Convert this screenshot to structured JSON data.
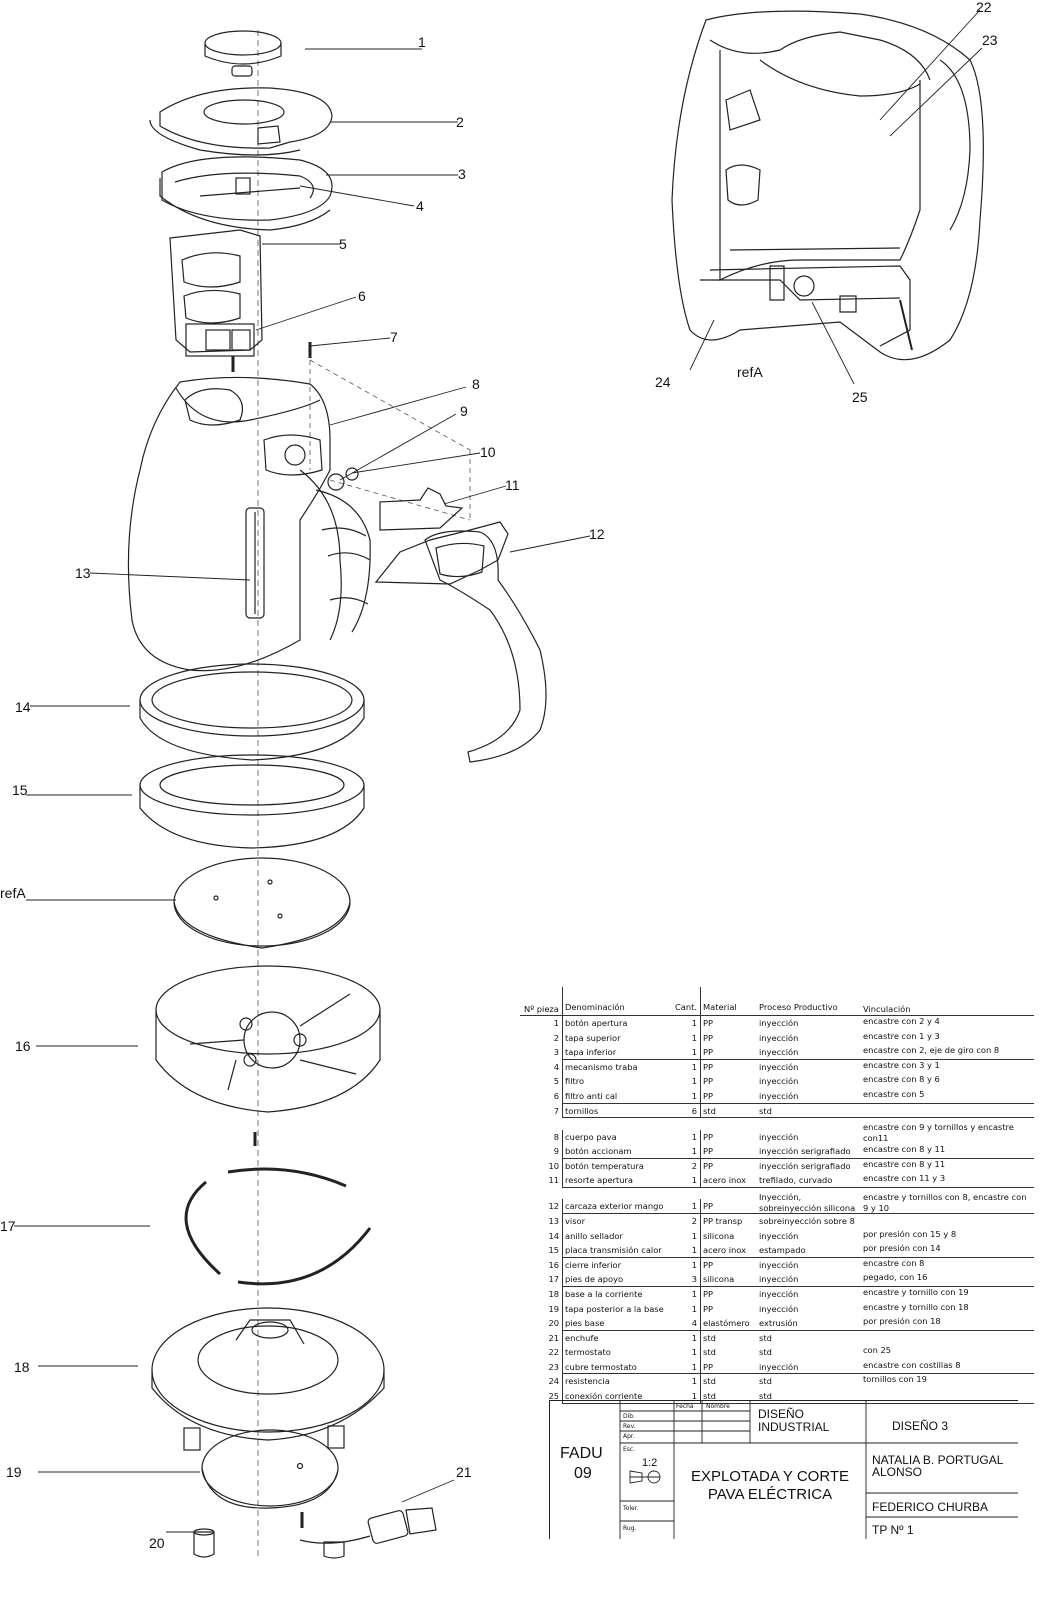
{
  "callouts": {
    "n1": "1",
    "n2": "2",
    "n3": "3",
    "n4": "4",
    "n5": "5",
    "n6": "6",
    "n7": "7",
    "n8": "8",
    "n9": "9",
    "n10": "10",
    "n11": "11",
    "n12": "12",
    "n13": "13",
    "n14": "14",
    "n15": "15",
    "refA": "refA",
    "n16": "16",
    "n17": "17",
    "n18": "18",
    "n19": "19",
    "n20": "20",
    "n21": "21",
    "n22": "22",
    "n23": "23",
    "n24": "24",
    "n25": "25",
    "refA2": "refA"
  },
  "parts_table": {
    "headers": {
      "num": "Nº pieza",
      "name": "Denominación",
      "qty": "Cant.",
      "material": "Material",
      "process": "Proceso Productivo",
      "link": "Vinculación"
    },
    "rows": [
      {
        "n": "1",
        "name": "botón apertura",
        "qty": "1",
        "mat": "PP",
        "proc": "inyección",
        "link": "encastre con 2 y 4"
      },
      {
        "n": "2",
        "name": "tapa superior",
        "qty": "1",
        "mat": "PP",
        "proc": "inyección",
        "link": "encastre con 1 y 3"
      },
      {
        "n": "3",
        "name": "tapa inferior",
        "qty": "1",
        "mat": "PP",
        "proc": "inyección",
        "link": "encastre con 2, eje de giro con 8"
      },
      {
        "n": "4",
        "name": "mecanismo traba",
        "qty": "1",
        "mat": "PP",
        "proc": "inyección",
        "link": "encastre con 3 y 1"
      },
      {
        "n": "5",
        "name": "filtro",
        "qty": "1",
        "mat": "PP",
        "proc": "inyección",
        "link": "encastre con 8 y 6"
      },
      {
        "n": "6",
        "name": "filtro anti cal",
        "qty": "1",
        "mat": "PP",
        "proc": "inyección",
        "link": "encastre con 5"
      },
      {
        "n": "7",
        "name": "tornillos",
        "qty": "6",
        "mat": "std",
        "proc": "std",
        "link": ""
      },
      {
        "n": "8",
        "name": "cuerpo pava",
        "qty": "1",
        "mat": "PP",
        "proc": "inyección",
        "link": "encastre con 9 y tornillos y encastre con11"
      },
      {
        "n": "9",
        "name": "botón accionam",
        "qty": "1",
        "mat": "PP",
        "proc": "inyección serigrafiado",
        "link": "encastre con 8 y 11"
      },
      {
        "n": "10",
        "name": "botón temperatura",
        "qty": "2",
        "mat": "PP",
        "proc": "inyección serigrafiado",
        "link": "encastre con 8 y 11"
      },
      {
        "n": "11",
        "name": "resorte apertura",
        "qty": "1",
        "mat": "acero inox",
        "proc": "trefilado, curvado",
        "link": "encastre con 11 y 3"
      },
      {
        "n": "12",
        "name": "carcaza exterior mango",
        "qty": "1",
        "mat": "PP",
        "proc": "Inyección, sobreinyección silicona",
        "link": "encastre y tornillos con 8, encastre con 9 y 10"
      },
      {
        "n": "13",
        "name": "visor",
        "qty": "2",
        "mat": "PP transp",
        "proc": "sobreinyección sobre 8",
        "link": ""
      },
      {
        "n": "14",
        "name": "anillo sellador",
        "qty": "1",
        "mat": "silicona",
        "proc": "inyección",
        "link": "por presión con 15 y 8"
      },
      {
        "n": "15",
        "name": "placa transmisión calor",
        "qty": "1",
        "mat": "acero inox",
        "proc": "estampado",
        "link": "por presión con 14"
      },
      {
        "n": "16",
        "name": "cierre inferior",
        "qty": "1",
        "mat": "PP",
        "proc": "inyección",
        "link": "encastre con 8"
      },
      {
        "n": "17",
        "name": "pies de apoyo",
        "qty": "3",
        "mat": "silicona",
        "proc": "inyección",
        "link": "pegado, con 16"
      },
      {
        "n": "18",
        "name": "base a la corriente",
        "qty": "1",
        "mat": "PP",
        "proc": "inyección",
        "link": "encastre y tornillo con 19"
      },
      {
        "n": "19",
        "name": "tapa posterior a la base",
        "qty": "1",
        "mat": "PP",
        "proc": "inyección",
        "link": "encastre y tornillo con 18"
      },
      {
        "n": "20",
        "name": "pies base",
        "qty": "4",
        "mat": "elastómero",
        "proc": "extrusión",
        "link": "por presión con 18"
      },
      {
        "n": "21",
        "name": "enchufe",
        "qty": "1",
        "mat": "std",
        "proc": "std",
        "link": ""
      },
      {
        "n": "22",
        "name": "termostato",
        "qty": "1",
        "mat": "std",
        "proc": "std",
        "link": "con 25"
      },
      {
        "n": "23",
        "name": "cubre termostato",
        "qty": "1",
        "mat": "PP",
        "proc": "inyección",
        "link": "encastre con costillas 8"
      },
      {
        "n": "24",
        "name": "resistencia",
        "qty": "1",
        "mat": "std",
        "proc": "std",
        "link": "tornillos con 19"
      },
      {
        "n": "25",
        "name": "conexión corriente",
        "qty": "1",
        "mat": "std",
        "proc": "std",
        "link": ""
      }
    ]
  },
  "title_block": {
    "school": "FADU",
    "year": "09",
    "fecha": "Fecha",
    "nombre": "Nombre",
    "dib": "Dib.",
    "rev": "Rev.",
    "apr": "Apr.",
    "esc": "Esc.",
    "scale": "1:2",
    "toler": "Toler.",
    "rug": "Rug.",
    "dept_line1": "DISEÑO",
    "dept_line2": "INDUSTRIAL",
    "course": "DISEÑO 3",
    "title_line1": "EXPLOTADA  Y CORTE",
    "title_line2": "PAVA ELÉCTRICA",
    "author_line1": "NATALIA B. PORTUGAL",
    "author_line2": "ALONSO",
    "teacher": "FEDERICO CHURBA",
    "tp": "TP Nº 1"
  }
}
